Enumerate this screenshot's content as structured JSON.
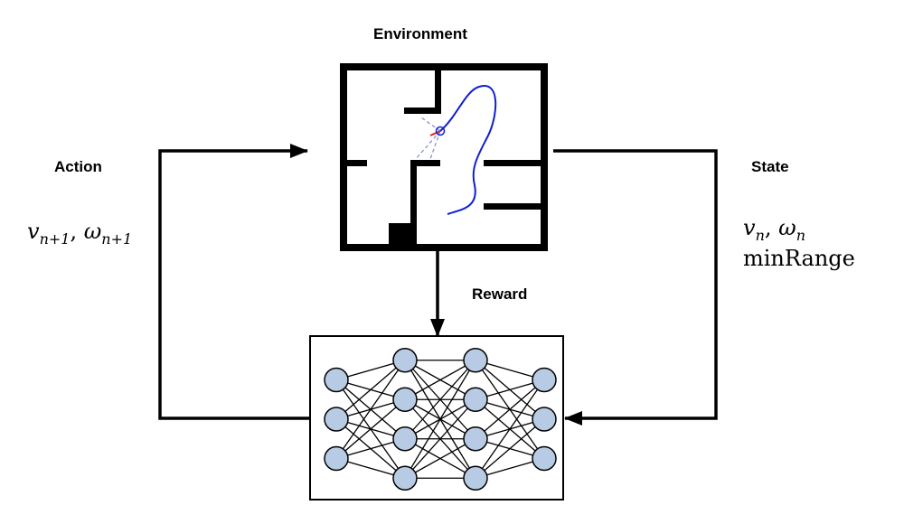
{
  "labels": {
    "environment": "Environment",
    "action": "Action",
    "state": "State",
    "reward": "Reward"
  },
  "action_math": {
    "v": "v",
    "v_sub": "n+1",
    "sep": ", ",
    "w": "ω",
    "w_sub": "n+1"
  },
  "state_math": {
    "v": "v",
    "v_sub": "n",
    "sep": ", ",
    "w": "ω",
    "w_sub": "n",
    "line2": "minRange"
  },
  "network": {
    "layers": [
      3,
      4,
      4,
      3
    ]
  },
  "colors": {
    "node_fill": "#b8cbe4",
    "trajectory": "#1020d0",
    "heading": "#e02020"
  }
}
